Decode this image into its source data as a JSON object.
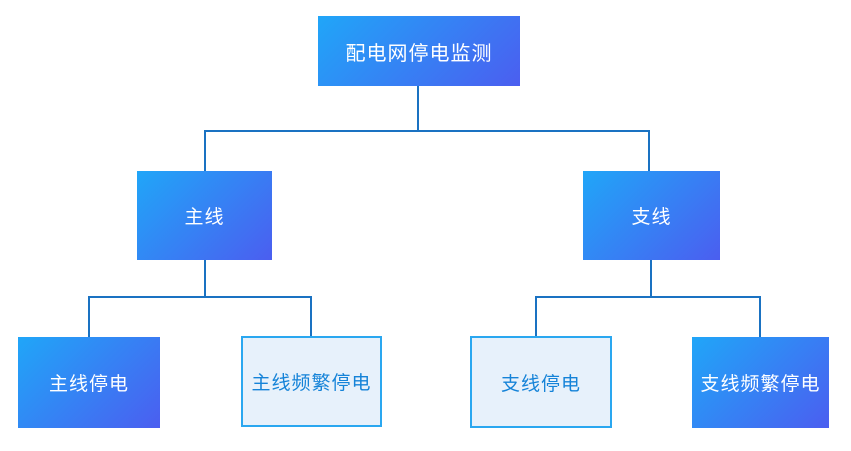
{
  "page": {
    "background": "#ffffff"
  },
  "colors": {
    "node_gradient_start": "#20a6f8",
    "node_gradient_end": "#4b5ef0",
    "node_text": "#ffffff",
    "light_node_fill": "#e7f1fb",
    "light_node_border": "#2aa7f0",
    "light_node_text": "#1583d8",
    "connector": "#1a72c2"
  },
  "diagram": {
    "root": {
      "label": "配电网停电监测",
      "style": "solid"
    },
    "level2": [
      {
        "id": "main-line",
        "label": "主线",
        "style": "solid"
      },
      {
        "id": "branch-line",
        "label": "支线",
        "style": "solid"
      }
    ],
    "level3": [
      {
        "id": "main-line-outage",
        "parent": "main-line",
        "label": "主线停电",
        "style": "solid"
      },
      {
        "id": "main-line-frequent-outage",
        "parent": "main-line",
        "label": "主线频繁停电",
        "style": "light"
      },
      {
        "id": "branch-line-outage",
        "parent": "branch-line",
        "label": "支线停电",
        "style": "light"
      },
      {
        "id": "branch-line-frequent-outage",
        "parent": "branch-line",
        "label": "支线频繁停电",
        "style": "solid"
      }
    ]
  }
}
